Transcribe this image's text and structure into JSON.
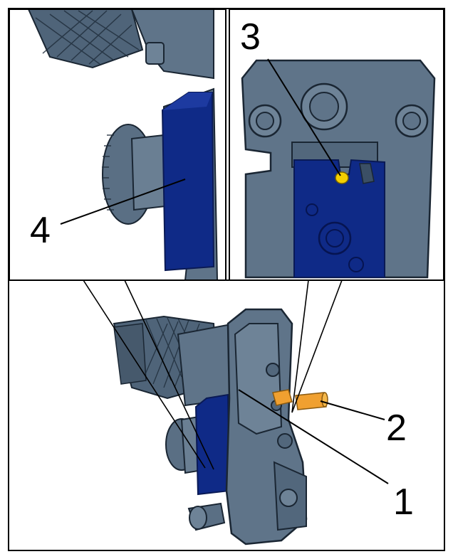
{
  "callouts": {
    "c1": "1",
    "c2": "2",
    "c3": "3",
    "c4": "4"
  },
  "colors": {
    "tool_body": "#5f7489",
    "tool_dark": "#3c4e61",
    "tool_outline": "#1a2633",
    "die_blue": "#0f2a87",
    "pin_orange": "#f0a030",
    "ball_yellow": "#f5d000"
  }
}
